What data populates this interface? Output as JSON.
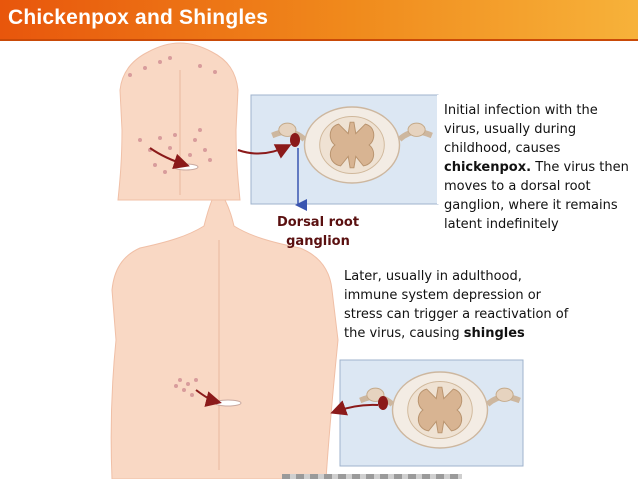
{
  "header": {
    "title": "Chickenpox and Shingles",
    "color": "#ee6a12"
  },
  "captions": {
    "initial": {
      "pre": "Initial infection with the virus, usually during childhood, causes ",
      "bold": "chickenpox.",
      "post": " The virus then moves to a dorsal root ganglion, where it remains latent indefinitely"
    },
    "later": {
      "pre": "Later, usually in adulthood, immune system depression or stress can trigger a reactivation of the virus, causing ",
      "bold": "shingles"
    }
  },
  "labels": {
    "dorsal_root_ganglion": "Dorsal root ganglion"
  },
  "colors": {
    "skin": "#f9d8c4",
    "panel": "#dce7f3",
    "spinal_cord": "#d8b492",
    "nerve": "#8b1a1a",
    "pointer": "#3a55b0"
  }
}
